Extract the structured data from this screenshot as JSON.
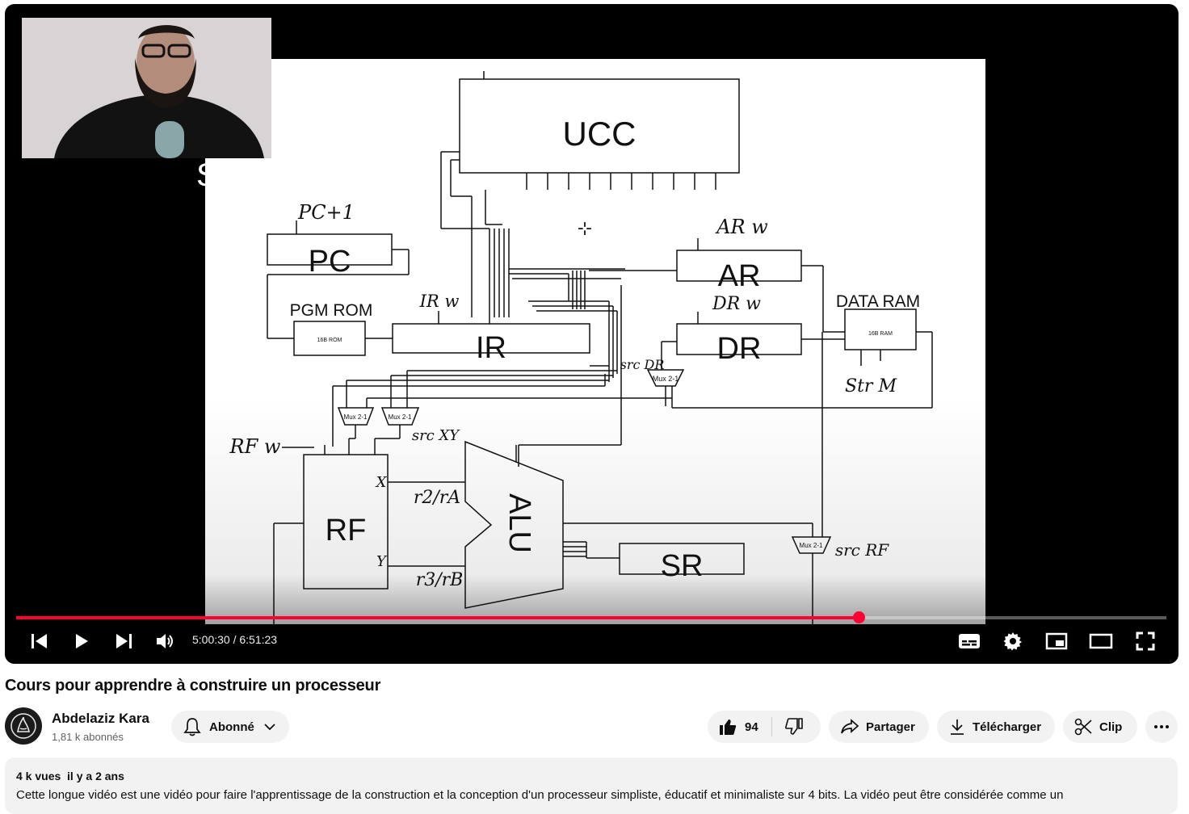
{
  "colors": {
    "accent": "#ff0033",
    "page_bg": "#ffffff",
    "pill_bg": "#f2f2f2"
  },
  "player": {
    "progress_fraction": 0.7324,
    "time_current": "5:00:30",
    "time_total": "6:51:23",
    "time_display": "5:00:30 / 6:51:23",
    "controls": [
      "previous-icon",
      "play-icon",
      "next-icon",
      "volume-icon",
      "subtitles-icon",
      "settings-gear-icon",
      "miniplayer-icon",
      "theater-mode-icon",
      "fullscreen-icon"
    ],
    "overlay_glyph": "S"
  },
  "whiteboard": {
    "blocks": {
      "ucc": "UCC",
      "pc": "PC",
      "pgm_rom": "PGM ROM",
      "rom_chip": "16B ROM",
      "ir": "IR",
      "ar": "AR",
      "dr": "DR",
      "data_ram": "DATA RAM",
      "ram_chip": "16B RAM",
      "rf": "RF",
      "alu": "ALU",
      "sr": "SR",
      "mux1": "Mux 2-1",
      "mux2": "Mux 2-1",
      "mux3": "Mux 2-1",
      "mux4": "Mux 2-1"
    },
    "handwritten": {
      "pc_inc": "PC+1",
      "ir_w": "IR w",
      "ar_w": "AR w",
      "dr_w": "DR w",
      "src_dr": "src DR",
      "str_m": "Str M",
      "rf_w": "RF w",
      "src_xy": "src XY",
      "x": "X",
      "y": "Y",
      "r2": "r2/rA",
      "r3": "r3/rB",
      "src_rf": "src RF"
    }
  },
  "video": {
    "title": "Cours pour apprendre à construire un processeur"
  },
  "channel": {
    "name": "Abdelaziz Kara",
    "subscribers": "1,81 k abonnés",
    "subscribe_label": "Abonné"
  },
  "actions": {
    "likes": "94",
    "share": "Partager",
    "download": "Télécharger",
    "clip": "Clip"
  },
  "description": {
    "views": "4 k vues",
    "date": "il y a 2 ans",
    "text": "Cette longue vidéo est une vidéo pour faire l'apprentissage de la construction et la conception d'un processeur simpliste, éducatif et minimaliste sur 4 bits. La vidéo peut être considérée comme un"
  }
}
